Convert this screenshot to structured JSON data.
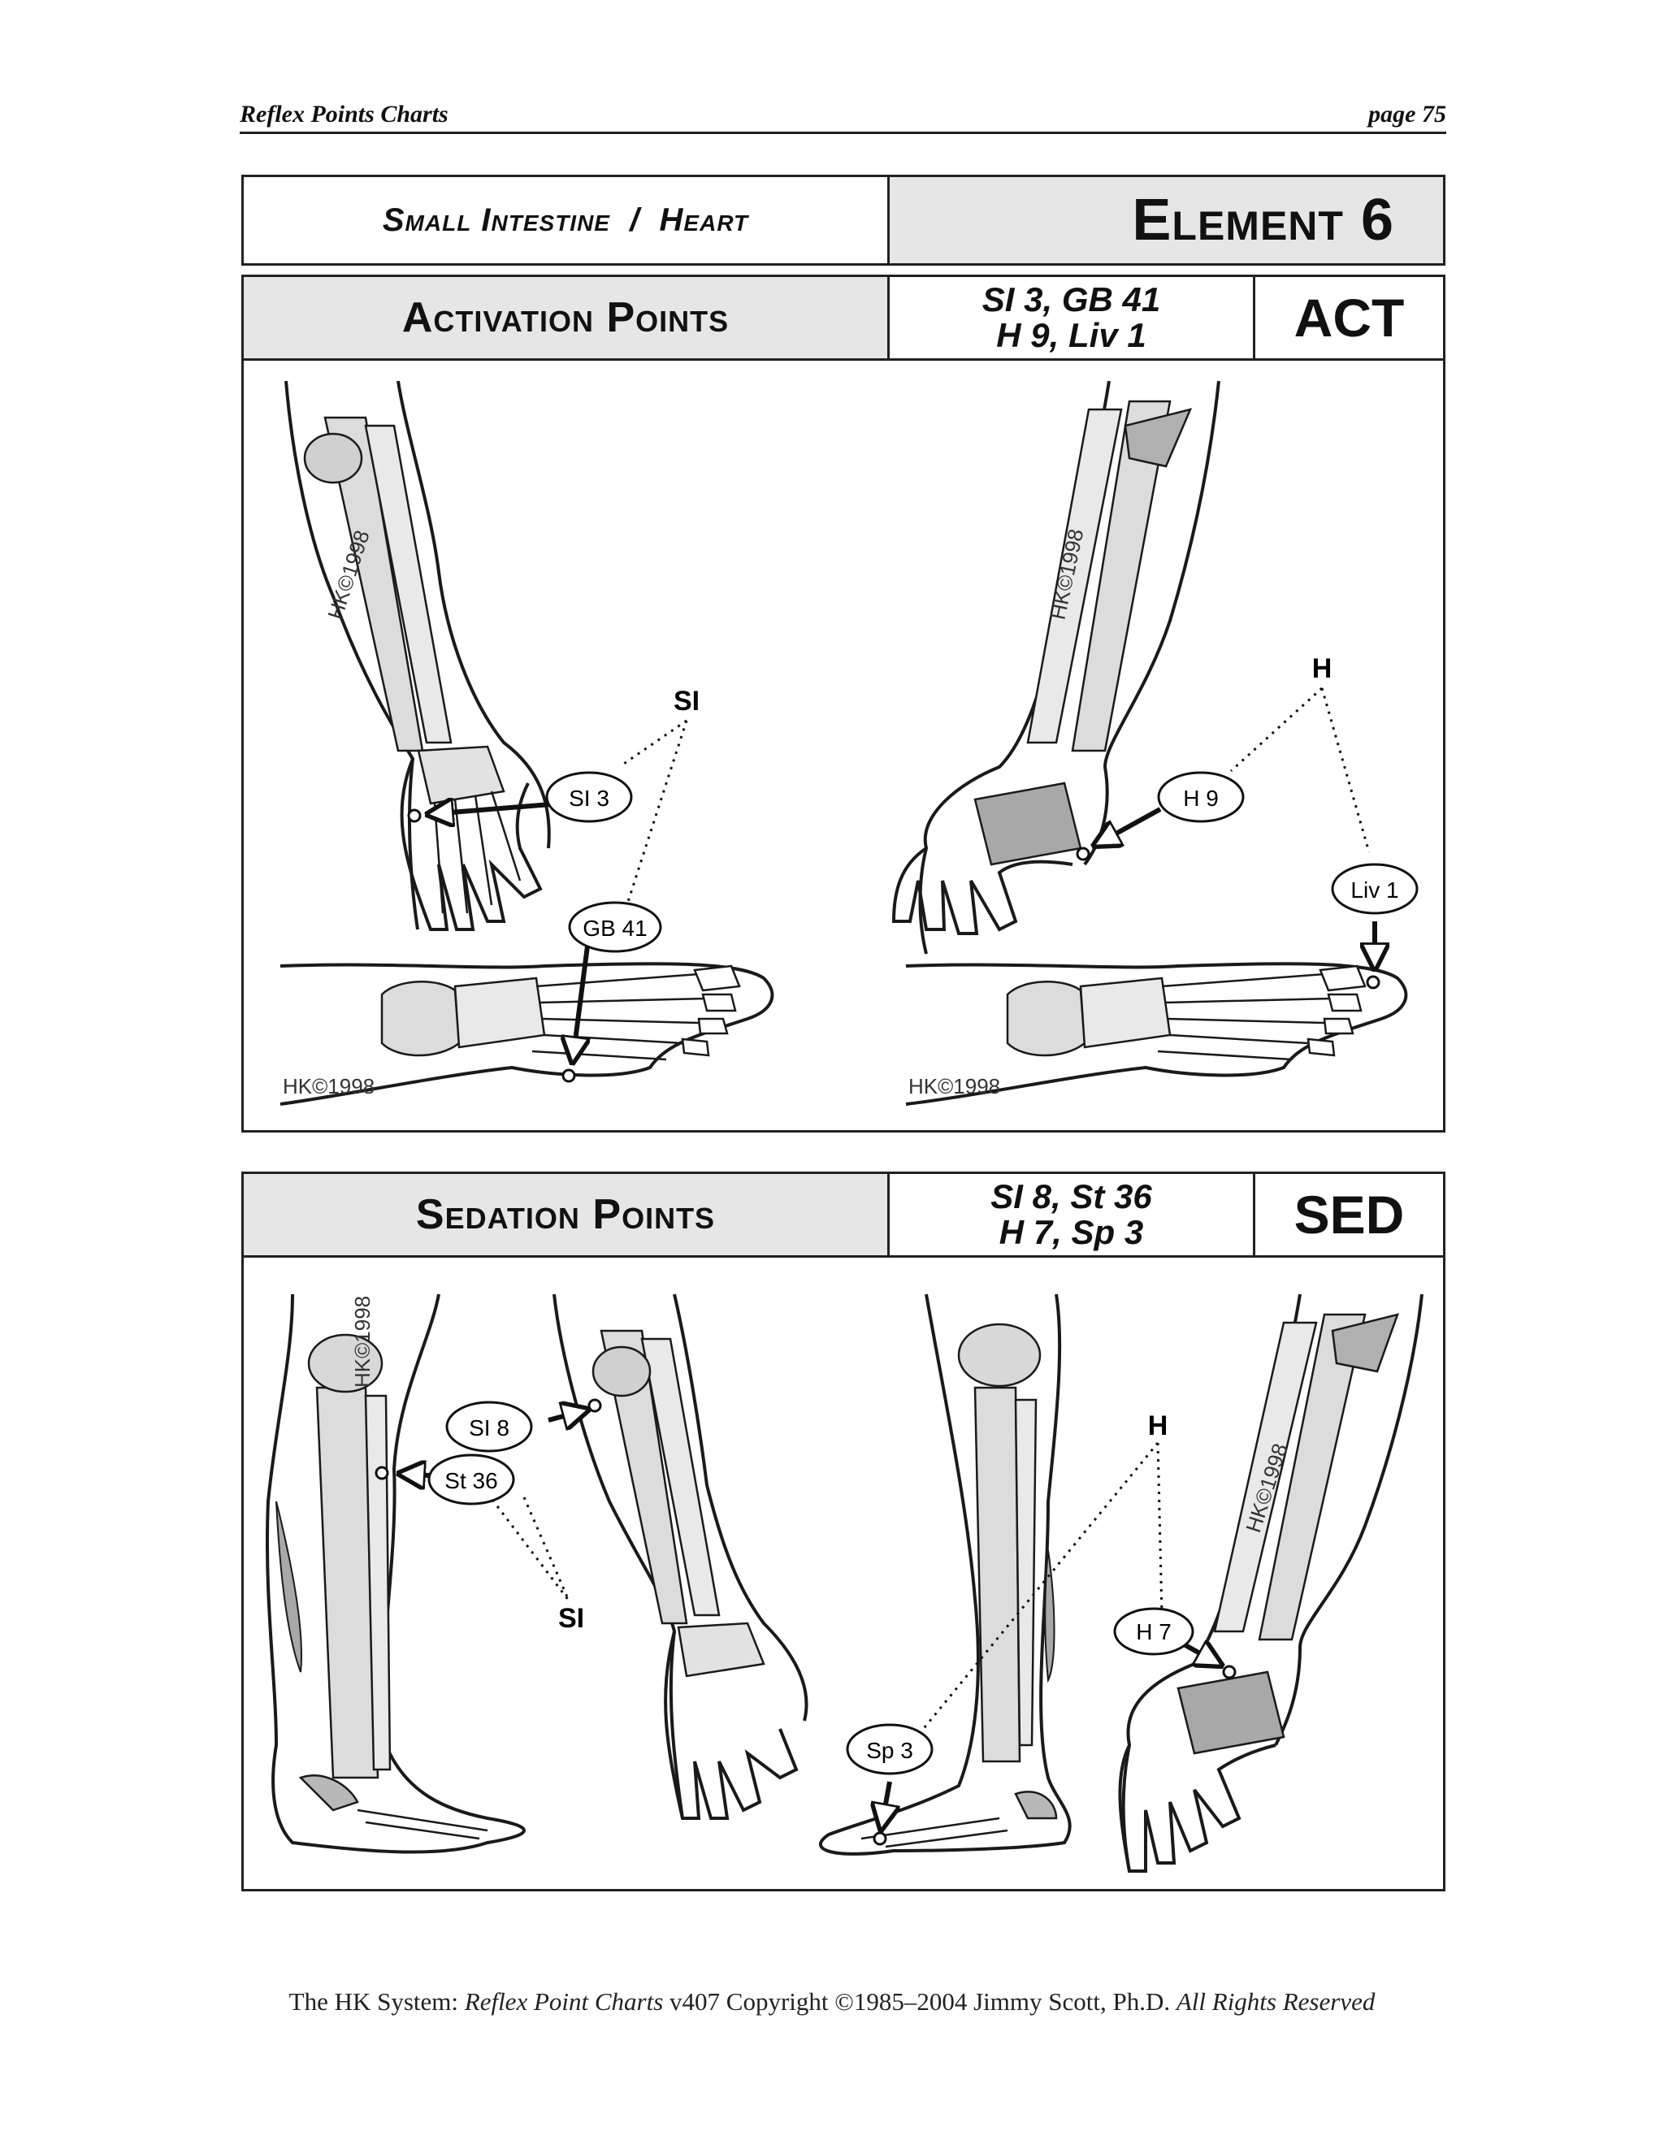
{
  "header": {
    "left": "Reflex Points Charts",
    "right": "page 75"
  },
  "title_bar": {
    "meridians": "Small Intestine  /  Heart",
    "element": "Element 6"
  },
  "activation": {
    "title": "Activation Points",
    "points_line1": "SI 3, GB 41",
    "points_line2": "H 9, Liv 1",
    "code": "ACT",
    "labels": {
      "si": "SI",
      "si3": "SI 3",
      "gb41": "GB 41",
      "h": "H",
      "h9": "H 9",
      "liv1": "Liv 1"
    },
    "watermarks": [
      "HK©1998",
      "HK©1998",
      "HK©1998"
    ]
  },
  "sedation": {
    "title": "Sedation Points",
    "points_line1": "SI 8, St 36",
    "points_line2": "H 7, Sp 3",
    "code": "SED",
    "labels": {
      "si8": "SI 8",
      "st36": "St 36",
      "si": "SI",
      "h": "H",
      "h7": "H 7",
      "sp3": "Sp 3"
    },
    "watermarks": [
      "HK©1998",
      "HK©1998"
    ]
  },
  "footer": {
    "part1": "The HK System: ",
    "part2": "Reflex Point Charts",
    "part3": " v407 Copyright ©1985–2004 Jimmy Scott, Ph.D. ",
    "part4": "All Rights Reserved"
  },
  "colors": {
    "header_fill": "#e6e6e6",
    "bone_fill": "#dcdcdc",
    "bone_shade": "#9a9a9a",
    "line": "#1a1a1a"
  }
}
